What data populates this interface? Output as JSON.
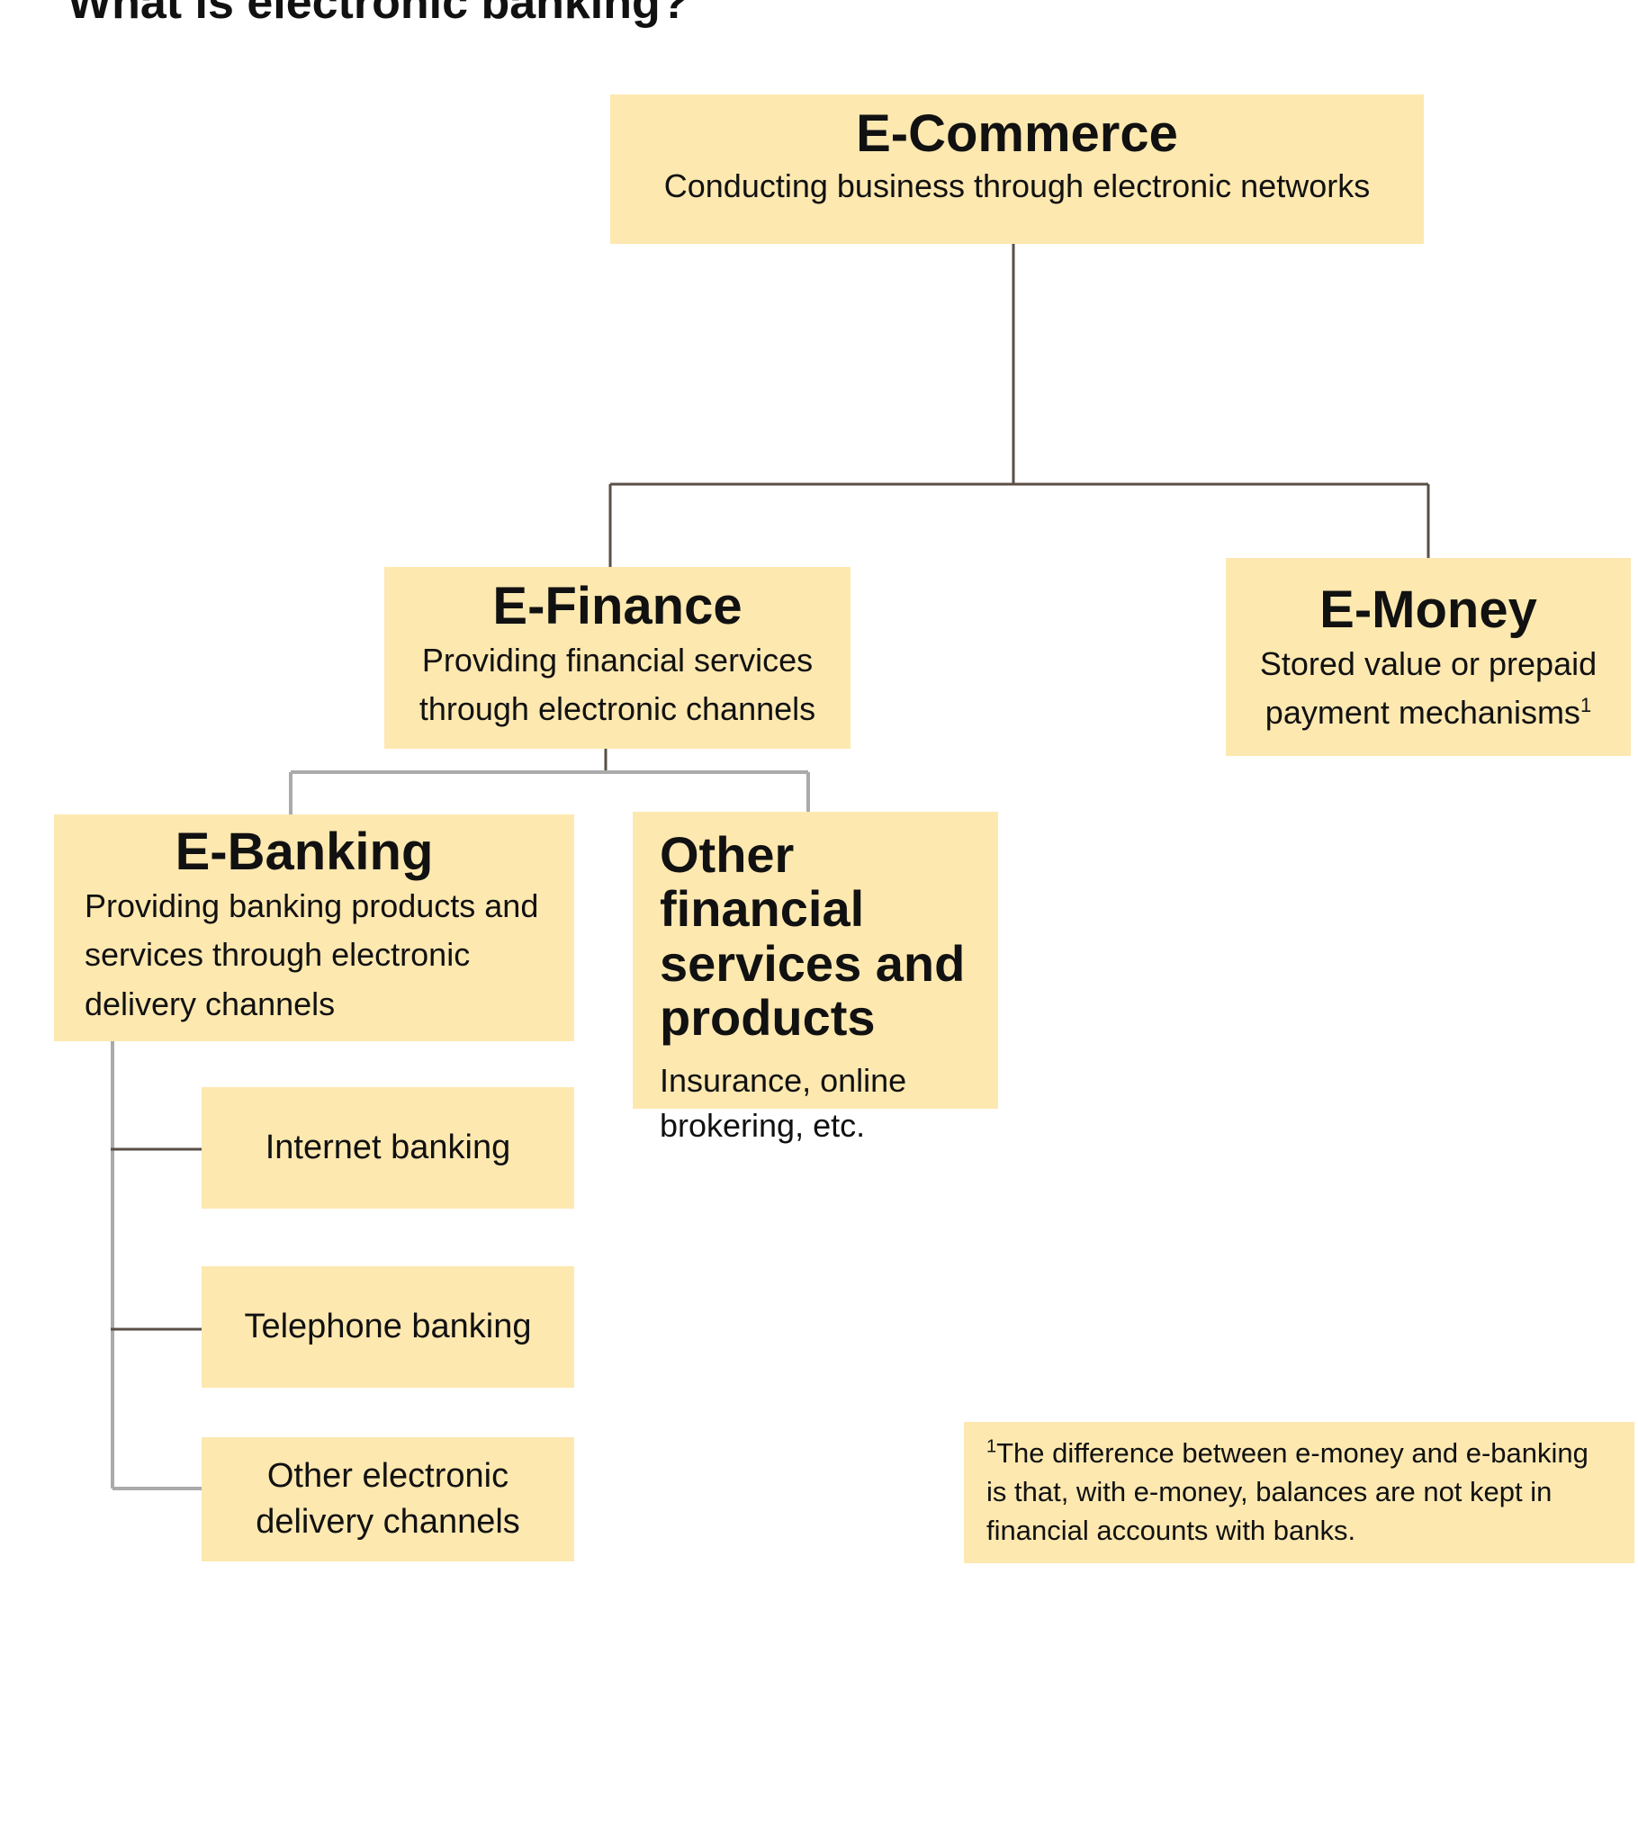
{
  "title": "What is electronic banking?",
  "nodes": {
    "ecommerce": {
      "title": "E-Commerce",
      "description": "Conducting business through electronic networks"
    },
    "efinance": {
      "title": "E-Finance",
      "description_lines": [
        "Providing financial services",
        "through electronic channels"
      ]
    },
    "emoney": {
      "title": "E-Money",
      "description_lines": [
        "Stored value or prepaid",
        "payment mechanisms"
      ],
      "footnote_marker": "1"
    },
    "ebanking": {
      "title": "E-Banking",
      "description_lines": [
        "Providing banking products and",
        "services through electronic",
        "delivery channels"
      ]
    },
    "other_financial": {
      "title_lines": [
        "Other financial",
        "services and",
        "products"
      ],
      "description_lines": [
        "Insurance, online",
        "brokering, etc."
      ]
    },
    "channels": [
      {
        "lines": [
          "Internet banking"
        ]
      },
      {
        "lines": [
          "Telephone banking"
        ]
      },
      {
        "lines": [
          "Other electronic",
          "delivery channels"
        ]
      }
    ]
  },
  "footnote": {
    "marker": "1",
    "lines": [
      "The difference between e-money and e-banking",
      "is that, with e-money, balances are not kept in",
      "financial accounts with banks."
    ]
  },
  "colors": {
    "box_fill": "#fde8b0",
    "connector_dark": "#5a4f45",
    "connector_light": "#aaaaaa",
    "text": "#111111"
  }
}
